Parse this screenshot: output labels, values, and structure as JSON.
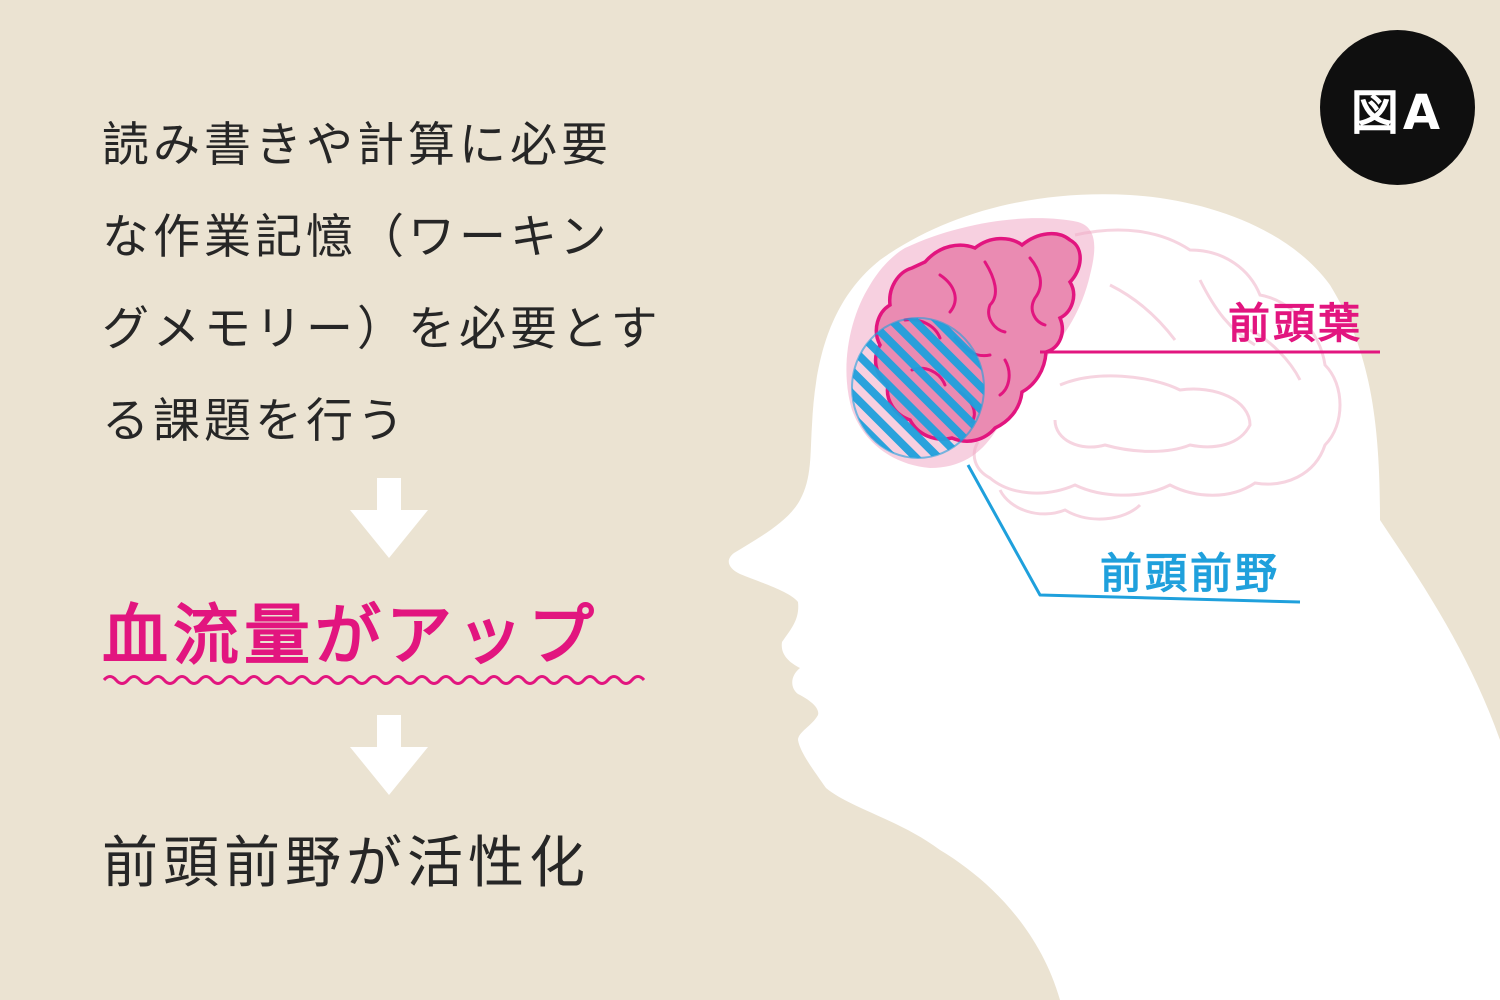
{
  "badge": "図A",
  "intro_lines": [
    "読み書きや計算に必要",
    "な作業記憶（ワーキン",
    "グメモリー）を必要とす",
    "る課題を行う"
  ],
  "highlight": "血流量がアップ",
  "result": "前頭前野が活性化",
  "labels": {
    "frontal_lobe": "前頭葉",
    "prefrontal_cortex": "前頭前野"
  },
  "colors": {
    "background": "#ebe3d2",
    "text": "#262626",
    "accent_pink": "#e2157f",
    "accent_blue": "#1fa0dc",
    "head": "#ffffff",
    "badge": "#0f0f0f"
  }
}
